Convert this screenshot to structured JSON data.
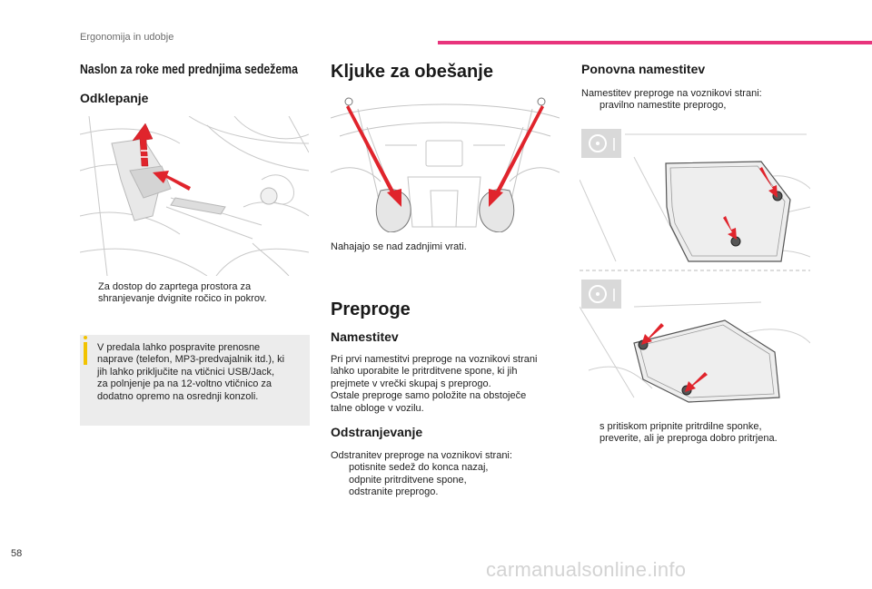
{
  "header": {
    "section": "Ergonomija in udobje",
    "accent": "#e8347c"
  },
  "page_number": "58",
  "watermark": "carmanualsonline.info",
  "col1": {
    "title": "Naslon za roke med prednjima sedežema",
    "subtitle": "Odklepanje",
    "bullet": "Za dostop do zaprtega prostora za shranjevanje dvignite ročico in pokrov.",
    "bullet_lines": [
      "Za dostop do zaprtega prostora za",
      "shranjevanje dvignite ročico in pokrov."
    ],
    "note_lines": [
      "V predala lahko pospravite prenosne",
      "naprave (telefon, MP3-predvajalnik itd.), ki",
      "jih lahko priključite na vtičnici USB/Jack,",
      "za polnjenje pa na 12-voltno vtičnico za",
      "dodatno opremo na osrednji konzoli."
    ],
    "note_accent": "#f2c300"
  },
  "col2": {
    "title": "Kljuke za obešanje",
    "hooks_caption": "Nahajajo se nad zadnjimi vrati.",
    "section_title": "Preproge",
    "install_title": "Namestitev",
    "install_lines": [
      "Pri prvi namestitvi preproge na voznikovi strani",
      "lahko uporabite le pritrditvene spone, ki jih",
      "prejmete v vrečki skupaj s preprogo.",
      "Ostale preproge samo položite na obstoječe",
      "talne obloge v vozilu."
    ],
    "removal_title": "Odstranjevanje",
    "removal_intro": "Odstranitev preproge na voznikovi strani:",
    "removal_bullets": [
      "potisnite sedež do konca nazaj,",
      "odpnite pritrditvene spone,",
      "odstranite preprogo."
    ]
  },
  "col3": {
    "title": "Ponovna namestitev",
    "intro": "Namestitev preproge na voznikovi strani:",
    "bullet_top": "pravilno namestite preprogo,",
    "bullets_bottom": [
      "s pritiskom pripnite pritrdilne sponke,",
      "preverite, ali je preproga dobro pritrjena."
    ]
  },
  "bullet_marker": "",
  "arrow_color": "#e0242c"
}
